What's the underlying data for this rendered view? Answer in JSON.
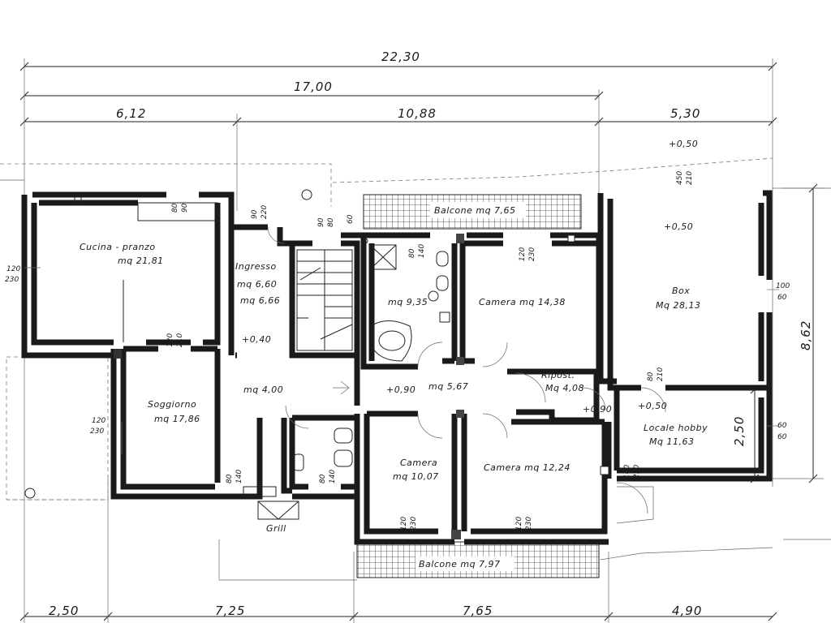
{
  "dimensions": {
    "overall_width": "22,30",
    "house_width": "17,00",
    "left_block": "6,12",
    "middle_block": "10,88",
    "garage_width": "5,30",
    "garage_depth": "8,62",
    "hobby_depth": "2,50",
    "bottom_1": "2,50",
    "bottom_2": "7,25",
    "bottom_3": "7,65",
    "bottom_4": "4,90"
  },
  "rooms": {
    "kitchen_name": "Cucina - pranzo",
    "kitchen_area": "mq 21,81",
    "entrance_name": "Ingresso",
    "entrance_area_1": "mq 6,60",
    "entrance_area_2": "mq 6,66",
    "bath_area": "mq 9,35",
    "bedroom1": "Camera mq 14,38",
    "balcony_top": "Balcone mq 7,65",
    "box_name": "Box",
    "box_area": "Mq 28,13",
    "living_name": "Soggiorno",
    "living_area": "mq 17,86",
    "hall_small": "mq 4,00",
    "corridor": "mq 5,67",
    "storage_name": "Ripost.",
    "storage_area": "Mq 4,08",
    "hobby_name": "Locale hobby",
    "hobby_area": "Mq 11,63",
    "bedroom2_name": "Camera",
    "bedroom2_area": "mq 10,07",
    "bedroom3": "Camera mq 12,24",
    "balcony_bottom": "Balcone mq 7,97",
    "grill": "Grill"
  },
  "levels": {
    "entrance": "+0,40",
    "corridor": "+0,90",
    "box_top": "+0,50",
    "box_mid": "+0,50",
    "hobby_a": "+0,90",
    "hobby_b": "+0,50"
  },
  "openings": {
    "o_kitchen_w": [
      "120",
      "230"
    ],
    "o_kitchen_n": [
      "80",
      "90"
    ],
    "o_ingresso": [
      "90",
      "220"
    ],
    "o_stair": [
      "90",
      "80"
    ],
    "o_stair_2": "60",
    "o_bath": [
      "80",
      "140"
    ],
    "o_bed1": [
      "120",
      "230"
    ],
    "o_box_top": [
      "450",
      "210"
    ],
    "o_box_e": [
      "100",
      "60"
    ],
    "o_living_n": [
      "120",
      "210"
    ],
    "o_living_w": [
      "120",
      "230"
    ],
    "o_living_s": [
      "80",
      "140"
    ],
    "o_wc_s": [
      "80",
      "140"
    ],
    "o_rip": [
      "80",
      "210"
    ],
    "o_hobby_e": [
      "60",
      "60"
    ],
    "o_hobby_s": [
      "100",
      "210"
    ],
    "o_bed2": [
      "120",
      "230"
    ],
    "o_bed3": [
      "120",
      "230"
    ]
  }
}
